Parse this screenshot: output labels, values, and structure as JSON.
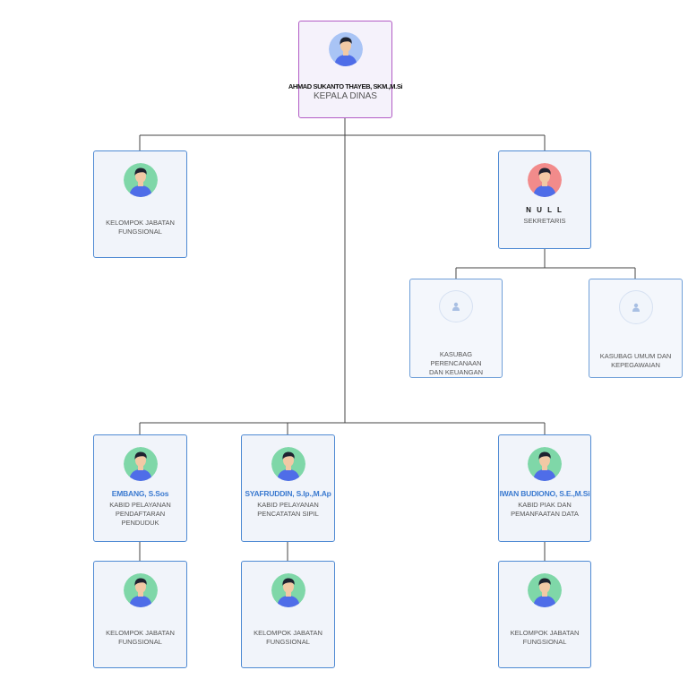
{
  "nodes": {
    "kepala": {
      "name": "AHMAD SUKANTO THAYEB, SKM.,M.Si",
      "role": "KEPALA DINAS"
    },
    "fungsional_top": {
      "name": "",
      "role_line1": "KELOMPOK JABATAN",
      "role_line2": "FUNGSIONAL"
    },
    "sekretaris": {
      "name": "N U L L",
      "role": "SEKRETARIS"
    },
    "kasubag_perencanaan": {
      "role_line1": "KASUBAG PERENCANAAN",
      "role_line2": "DAN KEUANGAN"
    },
    "kasubag_umum": {
      "role_line1": "KASUBAG UMUM DAN",
      "role_line2": "KEPEGAWAIAN"
    },
    "kabid_pendaftaran": {
      "name": "EMBANG, S.Sos",
      "role_line1": "KABID PELAYANAN",
      "role_line2": "PENDAFTARAN PENDUDUK"
    },
    "kabid_pencatatan": {
      "name": "SYAFRUDDIN, S.Ip.,M.Ap",
      "role_line1": "KABID PELAYANAN",
      "role_line2": "PENCATATAN SIPIL"
    },
    "kabid_piak": {
      "name": "IWAN BUDIONO, S.E.,M.Si",
      "role_line1": "KABID PIAK DAN",
      "role_line2": "PEMANFAATAN DATA"
    },
    "fungsional_1": {
      "role_line1": "KELOMPOK JABATAN",
      "role_line2": "FUNGSIONAL"
    },
    "fungsional_2": {
      "role_line1": "KELOMPOK JABATAN",
      "role_line2": "FUNGSIONAL"
    },
    "fungsional_3": {
      "role_line1": "KELOMPOK JABATAN",
      "role_line2": "FUNGSIONAL"
    }
  },
  "colors": {
    "node_border": "#4f8ad3",
    "root_border": "#b25cc5",
    "name_text": "#3b7ad0",
    "avatar_bg_blue": "#a9c4f5",
    "avatar_bg_green": "#7fd7a8",
    "avatar_bg_red": "#f28b8b",
    "shirt": "#4f6de8"
  },
  "icons": {
    "person": "person-avatar-icon",
    "vacant": "vacant-user-icon"
  }
}
